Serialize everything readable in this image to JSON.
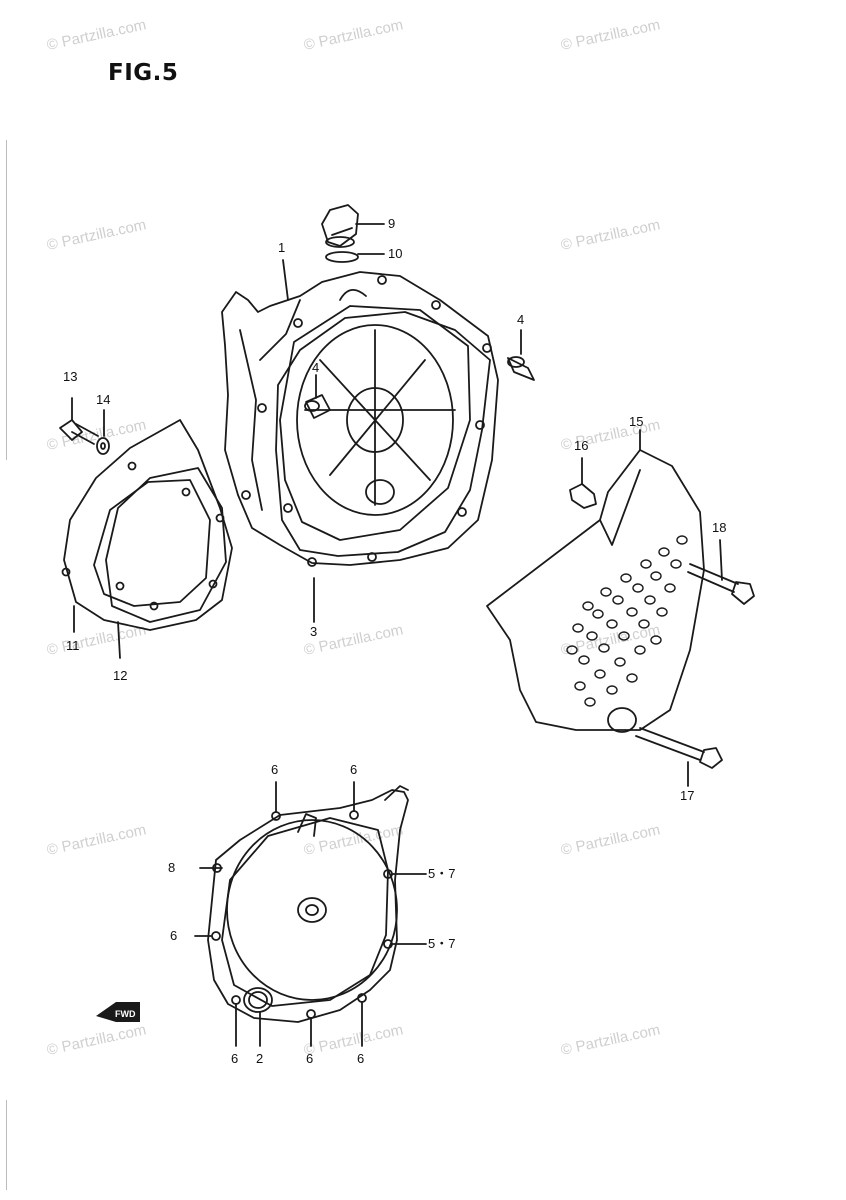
{
  "figure": {
    "title": "FIG.5"
  },
  "watermark": {
    "text": "© Partzilla.com",
    "color": "#c8c8c8"
  },
  "direction_marker": {
    "icon": "fwd-arrow-icon",
    "label": "FWD"
  },
  "callouts": {
    "c1": "1",
    "c2": "2",
    "c3": "3",
    "c4a": "4",
    "c4b": "4",
    "c5a": "5・7",
    "c5b": "5・7",
    "c6a": "6",
    "c6b": "6",
    "c6c": "6",
    "c6d": "6",
    "c6e": "6",
    "c6f": "6",
    "c8": "8",
    "c9": "9",
    "c10": "10",
    "c11": "11",
    "c12": "12",
    "c13": "13",
    "c14": "14",
    "c15": "15",
    "c16": "16",
    "c17": "17",
    "c18": "18"
  },
  "colors": {
    "line": "#1a1a1a",
    "label": "#111111"
  }
}
